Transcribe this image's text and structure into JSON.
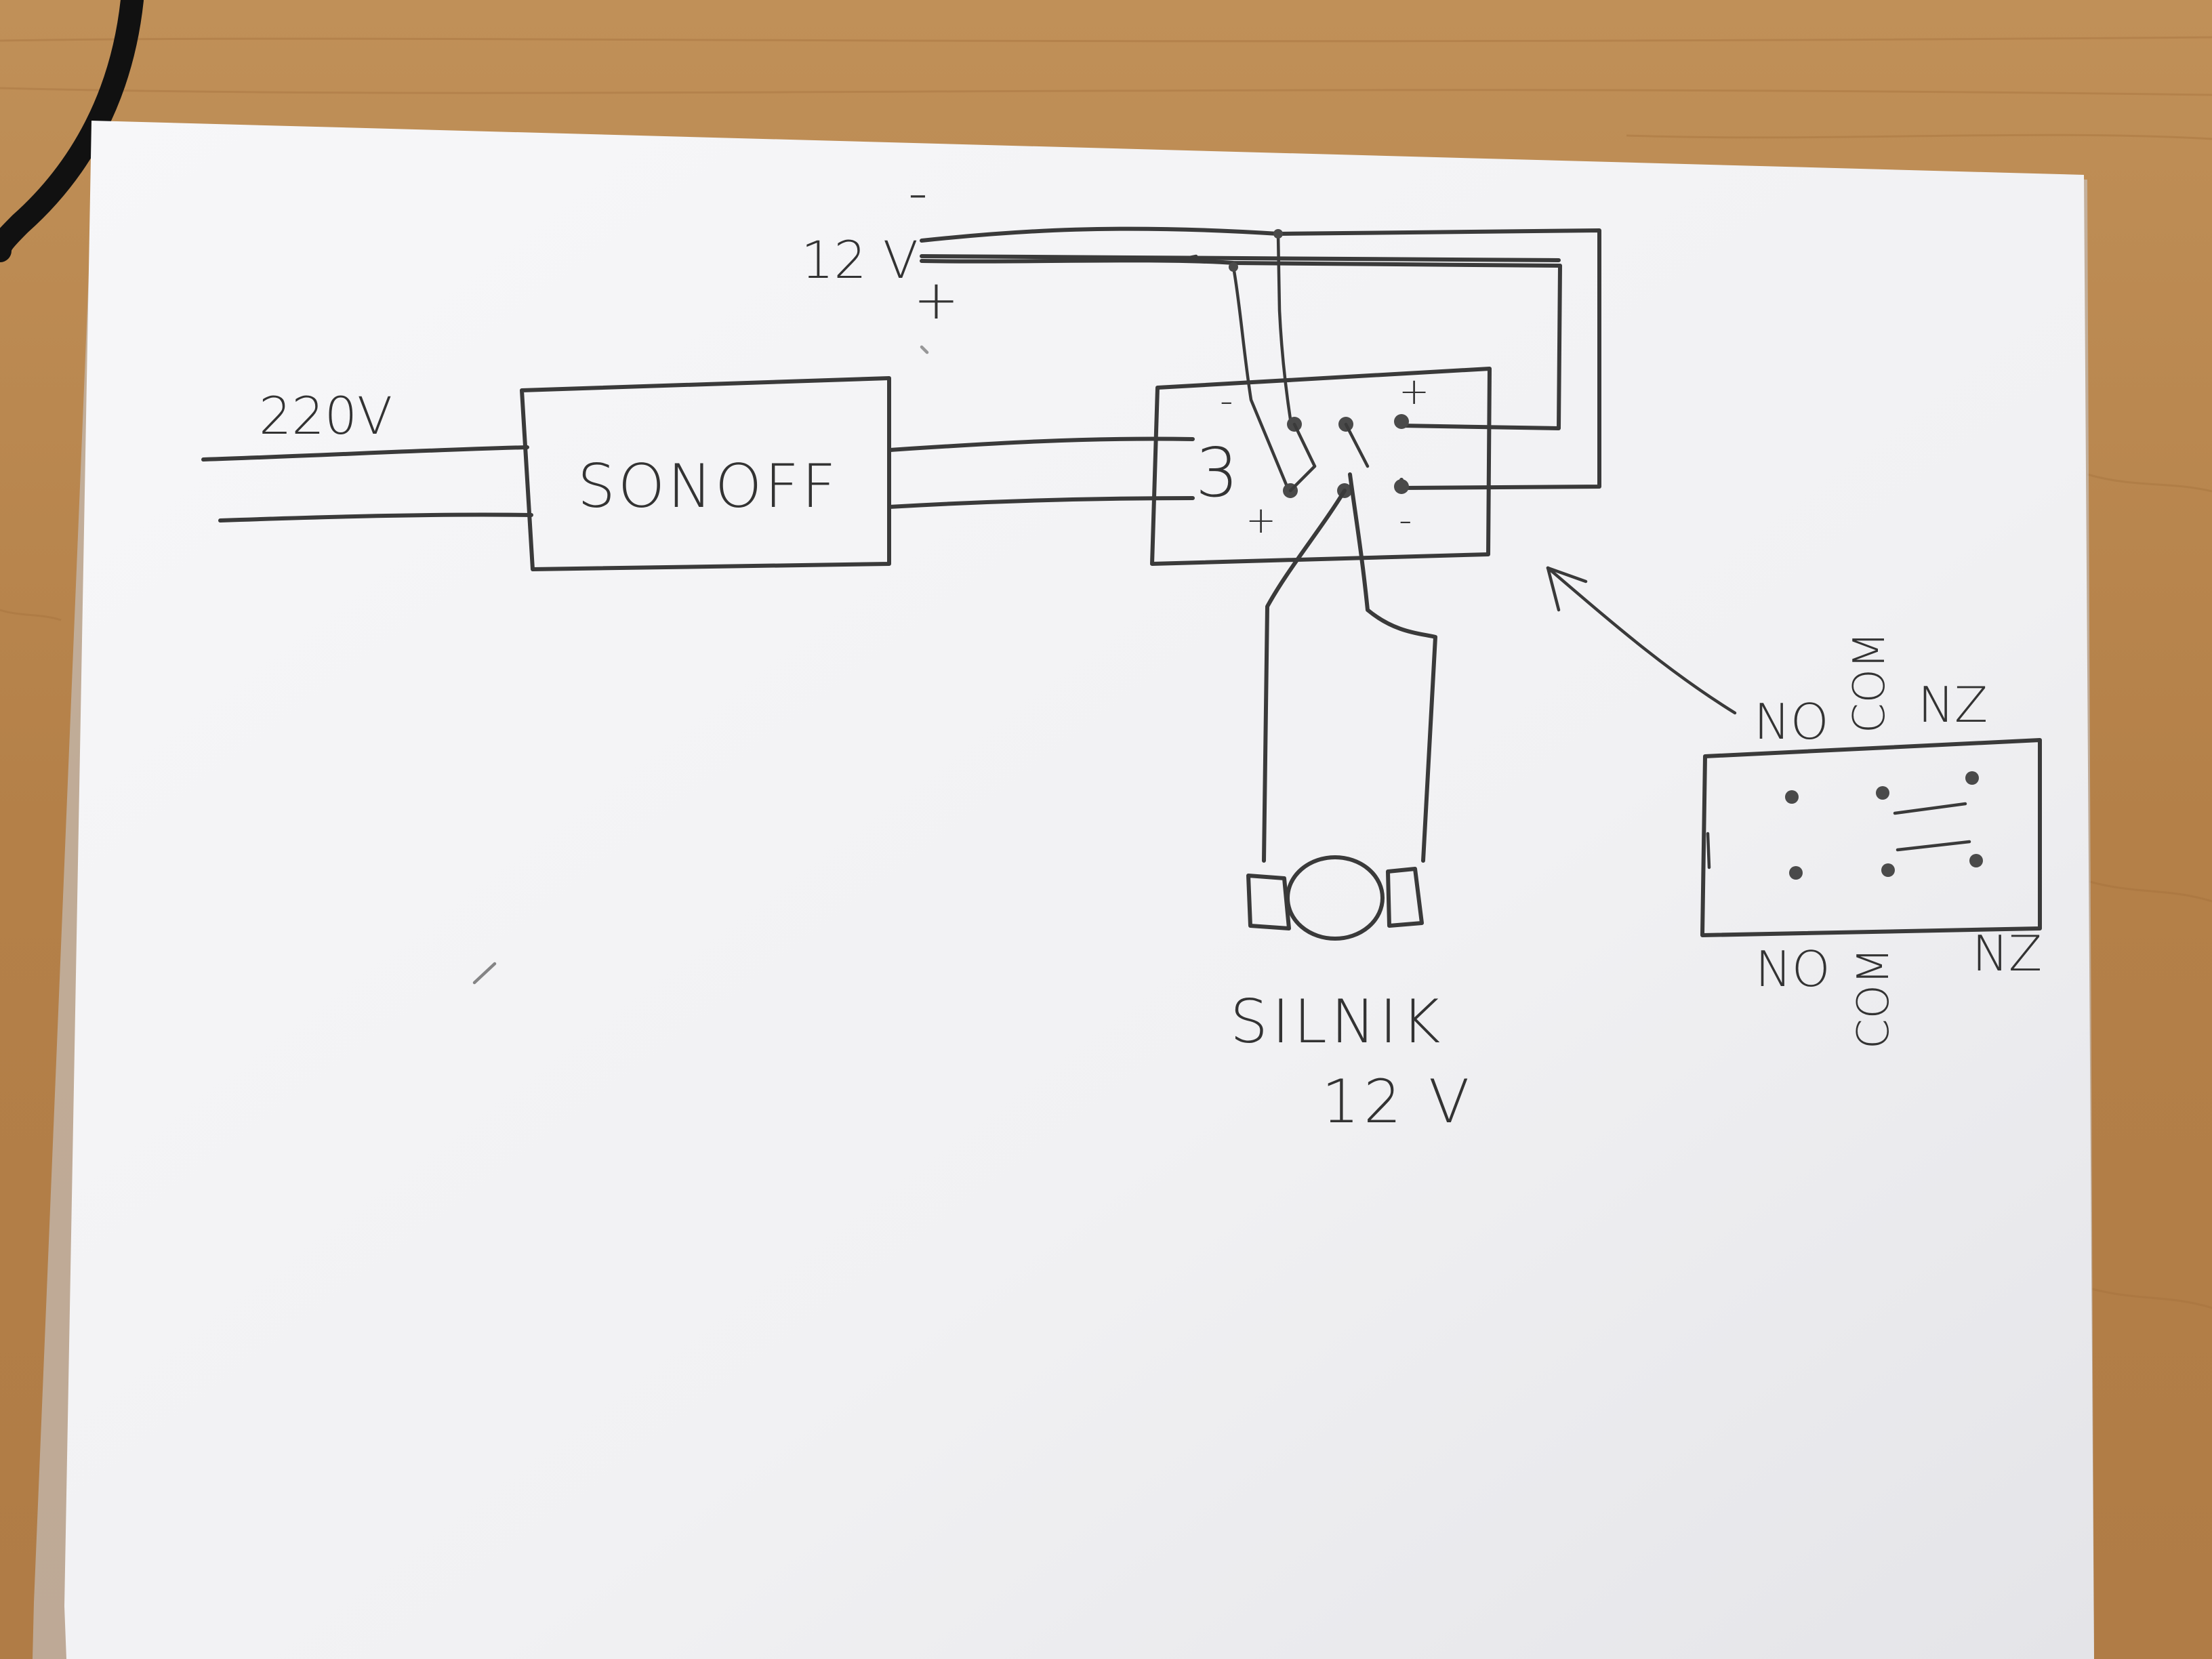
{
  "colors": {
    "desk": "#b8864e",
    "paper": "#f4f4f6",
    "ink": "#3a3a3a",
    "cable": "#111111"
  },
  "labels": {
    "supply_12v": "12 V",
    "supply_minus": "-",
    "supply_plus": "+",
    "mains_220v": "220V",
    "sonoff": "SONOFF",
    "relay_coil": "3",
    "relay_top_minus": "-",
    "relay_top_plus": "+",
    "relay_bottom_plus": "+",
    "relay_bottom_minus": "-",
    "motor_line1": "SILNIK",
    "motor_line2": "12 V",
    "pinout_top_no": "NO",
    "pinout_top_com": "COM",
    "pinout_top_nz": "NZ",
    "pinout_bottom_no": "NO",
    "pinout_bottom_com": "COM",
    "pinout_bottom_nz": "NZ"
  }
}
